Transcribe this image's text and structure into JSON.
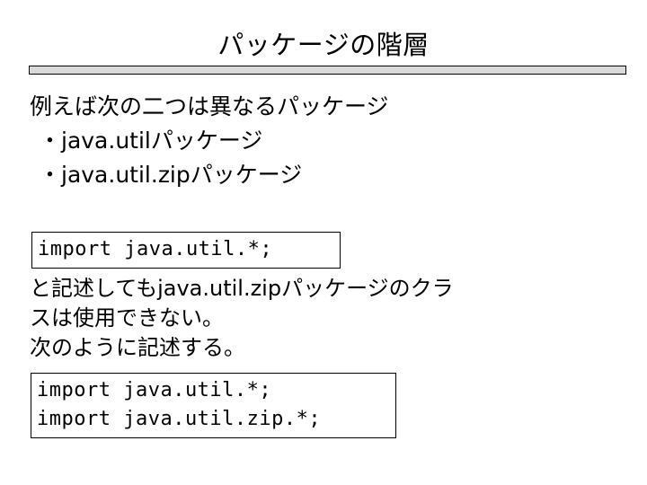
{
  "slide": {
    "title": "パッケージの階層",
    "intro_lines": [
      "例えば次の二つは異なるパッケージ",
      "・java.utilパッケージ",
      "・java.util.zipパッケージ"
    ],
    "code_box_1": {
      "lines": [
        "import java.util.*;"
      ]
    },
    "explanation_lines": [
      "と記述してもjava.util.zipパッケージのクラ",
      "スは使用できない。",
      "次のように記述する。"
    ],
    "code_box_2": {
      "lines": [
        "import java.util.*;",
        "import java.util.zip.*;"
      ]
    },
    "colors": {
      "background": "#ffffff",
      "text": "#000000",
      "rule_fill": "#d9d9d9",
      "rule_border": "#000000",
      "code_border": "#000000"
    }
  }
}
